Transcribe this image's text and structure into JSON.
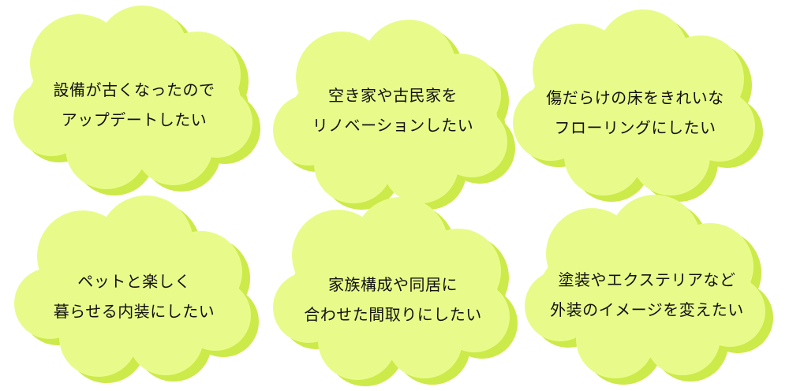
{
  "colors": {
    "cloud_fill": "#e8fb8a",
    "cloud_shadow": "#ccea4a",
    "text": "#111111",
    "background": "#ffffff"
  },
  "clouds": [
    {
      "line1": "設備が古くなったので",
      "line2": "アップデートしたい"
    },
    {
      "line1": "空き家や古民家を",
      "line2": "リノベーションしたい"
    },
    {
      "line1": "傷だらけの床をきれいな",
      "line2": "フローリングにしたい"
    },
    {
      "line1": "ペットと楽しく",
      "line2": "暮らせる内装にしたい"
    },
    {
      "line1": "家族構成や同居に",
      "line2": "合わせた間取りにしたい"
    },
    {
      "line1": "塗装やエクステリアなど",
      "line2": "外装のイメージを変えたい"
    }
  ]
}
